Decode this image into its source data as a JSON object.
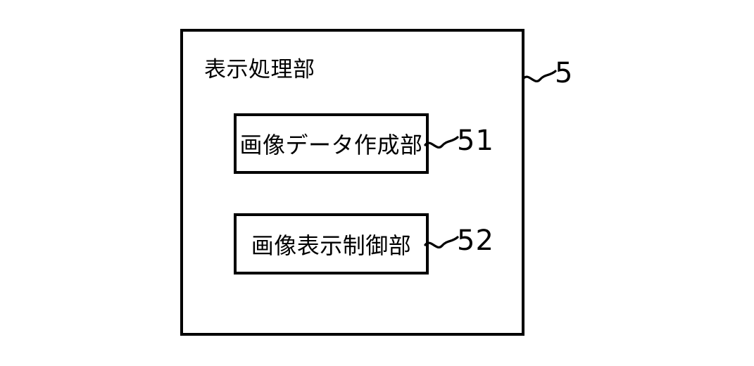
{
  "figure": {
    "background_color": "#ffffff",
    "line_color": "#000000"
  },
  "outer_block": {
    "title": "表示処理部",
    "reference_numeral": "5"
  },
  "inner_blocks": [
    {
      "label": "画像データ作成部",
      "reference_numeral": "51"
    },
    {
      "label": "画像表示制御部",
      "reference_numeral": "52"
    }
  ]
}
